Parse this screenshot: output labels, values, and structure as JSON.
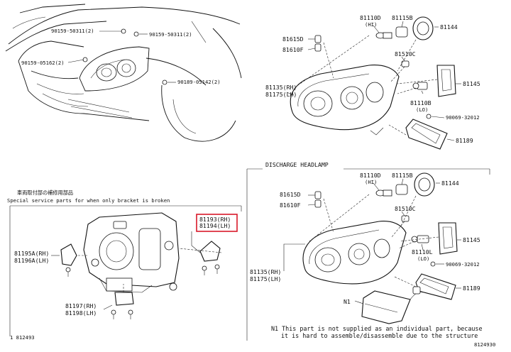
{
  "top_left": {
    "callouts": [
      "90159-50311(2)",
      "90159-50311(2)",
      "90159-05162(2)",
      "90189-05142(2)"
    ]
  },
  "top_right": {
    "callouts": [
      "81110D",
      "(HI)",
      "81115B",
      "81144",
      "81615D",
      "81610F",
      "81510C",
      "81135(RH)",
      "81175(LH)",
      "81145",
      "81110B",
      "(LO)",
      "90069-32012",
      "81189"
    ]
  },
  "discharge": {
    "title": "DISCHARGE HEADLAMP",
    "callouts": [
      "81110D",
      "(HI)",
      "81115B",
      "81144",
      "81615D",
      "81610F",
      "81510C",
      "81145",
      "81110L",
      "(LO)",
      "90069-32012",
      "81135(RH)",
      "81175(LH)",
      "81189",
      "N1"
    ],
    "footnote": [
      "N1 This part is not supplied as an individual part, because",
      "it is hard to assemble/disassemble due to the structure"
    ]
  },
  "bottom_left": {
    "notice_jp": "車両取付部の補修用部品",
    "notice": "Special service parts for when only bracket is broken",
    "callouts": [
      "81193(RH)",
      "81194(LH)",
      "81195A(RH)",
      "81196A(LH)",
      "81197(RH)",
      "81198(LH)"
    ],
    "highlight_colour": "#d8192a"
  },
  "footer": {
    "left_id": "1 812493",
    "right_id": "8124930"
  }
}
